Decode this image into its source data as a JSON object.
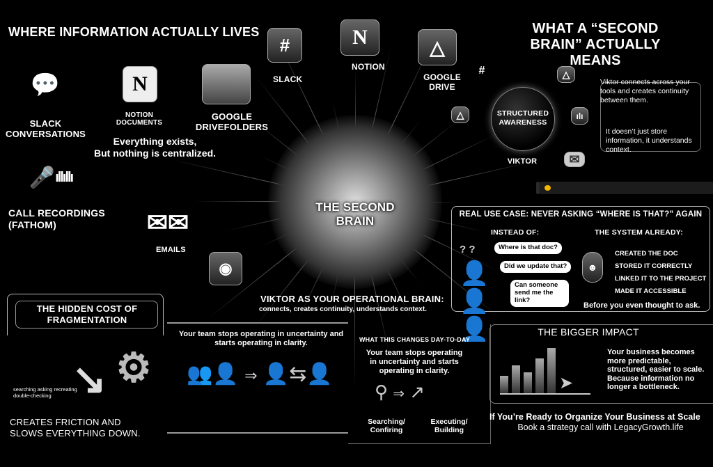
{
  "left": {
    "title": "WHERE INFORMATION ACTUALLY LIVES",
    "slack_conversations": "SLACK CONVERSATIONS",
    "notion_documents": "NOTION DOCUMENTS",
    "google_drivefolders": "GOOGLE DRIVEFOLDERS",
    "everything_exists": "Everything exists,",
    "nothing_centralized": "But nothing is centralized.",
    "call_recordings": "CALL RECORDINGS (FATHOM)",
    "emails": "EMAILS"
  },
  "top": {
    "slack": "SLACK",
    "notion": "NOTION",
    "google_drive": "GOOGLE DRIVE"
  },
  "brain": {
    "label": "THE SECOND BRAIN",
    "operational_title": "VIKTOR AS YOUR OPERATIONAL BRAIN:",
    "operational_sub": "connects, creates continuity, understands context."
  },
  "right": {
    "title": "WHAT A “SECOND BRAIN” ACTUALLY MEANS",
    "sphere": "STRUCTURED AWARENESS",
    "viktor": "VIKTOR",
    "desc1": "Viktor connects across your tools and creates continuity between them.",
    "desc2": "It doesn’t just store information, it understands context.",
    "progress": 0.02,
    "accent": "#f5b400"
  },
  "use_case": {
    "title": "REAL USE CASE: NEVER ASKING “WHERE IS THAT?” AGAIN",
    "instead_of": "INSTEAD OF:",
    "system_already": "THE SYSTEM ALREADY:",
    "bubbles": [
      "Where is that doc?",
      "Did we update that?",
      "Can someone send me the link?"
    ],
    "items": [
      "CREATED THE DOC",
      "STORED IT CORRECTLY",
      "LINKED IT TO THE PROJECT",
      "MADE IT ACCESSIBLE"
    ],
    "footer": "Before you even thought to ask."
  },
  "hidden_cost": {
    "title": "THE HIDDEN COST OF FRAGMENTATION",
    "activities": "searching asking recreating double-checking",
    "friction": "CREATES FRICTION AND SLOWS EVERYTHING DOWN."
  },
  "team": {
    "text": "Your team stops operating in uncertainty and starts operating in clarity."
  },
  "day_to_day": {
    "title": "WHAT THIS CHANGES DAY-TO-DAY",
    "text": "Your team stops operating in uncertainty and starts operating in clarity.",
    "from": "Searching/ Confiring",
    "to": "Executing/ Building"
  },
  "impact": {
    "title": "THE BIGGER IMPACT",
    "text": "Your business becomes more predictable, structured, easier to scale. Because information no longer a bottleneck."
  },
  "cta": {
    "title": "If You’re Ready to Organize Your Business at Scale",
    "sub": "Book a strategy call with LegacyGrowth.life"
  }
}
